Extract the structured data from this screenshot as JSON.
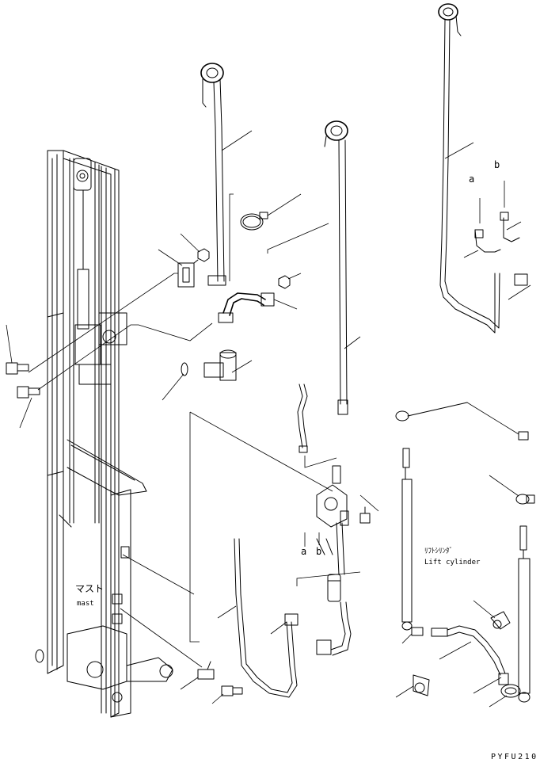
{
  "labels": {
    "mast_jp": "マスト",
    "mast_en": "mast",
    "lift_cylinder_jp": "ﾘﾌﾄｼﾘﾝﾀﾞ",
    "lift_cylinder_en": "Lift cylinder",
    "marker_a_top": "a",
    "marker_b_top": "b",
    "marker_a_mid": "a",
    "marker_b_mid": "b",
    "drawing_code": "PYFU210"
  }
}
